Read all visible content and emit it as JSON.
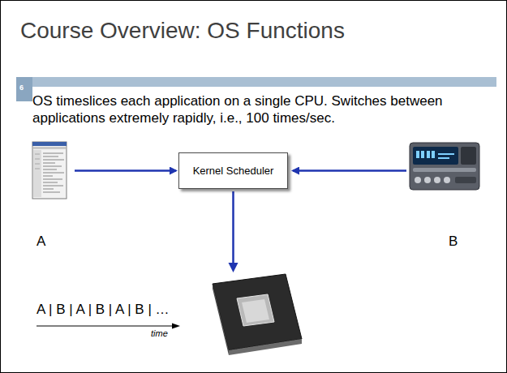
{
  "diagram": {
    "title": "Course Overview: OS Functions",
    "nodes": [
      {
        "text": [
          "A"
        ]
      },
      {
        "text": [
          "Kernel Scheduler"
        ]
      },
      {
        "text": [
          "B"
        ]
      }
    ],
    "edges": [
      {
        "from": 0,
        "to": 1,
        "arrow": "to"
      },
      {
        "from": 2,
        "to": 1,
        "arrow": "to"
      }
    ],
    "labels": [
      "6",
      "OS timeslices each application on a single CPU. Switches between applications extremely rapidly, i.e., 100 times/sec.",
      "A | B | A | B | A | B | …",
      "time"
    ]
  }
}
